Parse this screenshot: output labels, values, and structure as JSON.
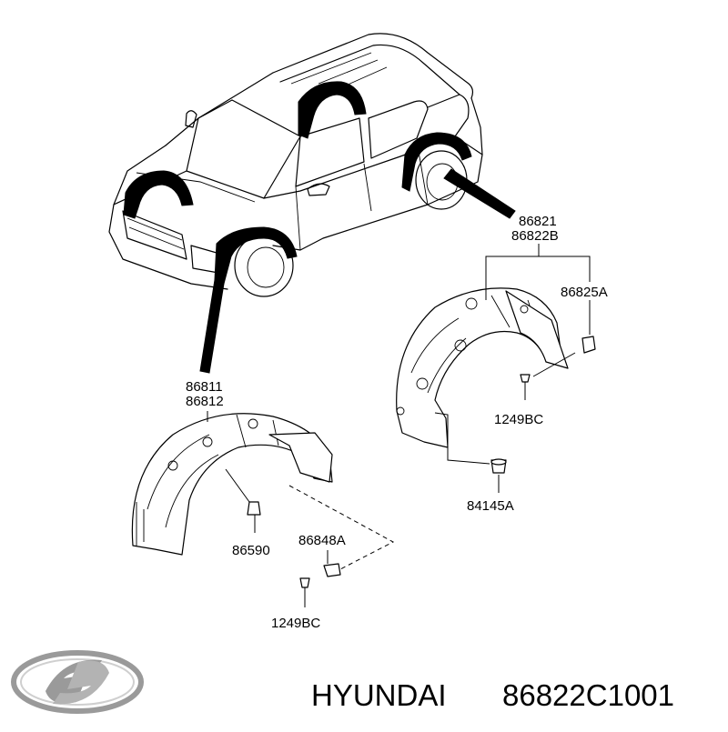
{
  "parts": {
    "rear_liner_lh": "86821",
    "rear_liner_rh": "86822B",
    "rear_bracket": "86825A",
    "rear_screw": "1249BC",
    "rear_grommet": "84145A",
    "front_liner_lh": "86811",
    "front_liner_rh": "86812",
    "front_clip": "86590",
    "front_bracket": "86848A",
    "front_screw": "1249BC"
  },
  "caption": {
    "brand": "HYUNDAI",
    "part_number": "86822C1001"
  },
  "logo": {
    "name": "hyundai-logo",
    "color": "#9a9a9a"
  }
}
